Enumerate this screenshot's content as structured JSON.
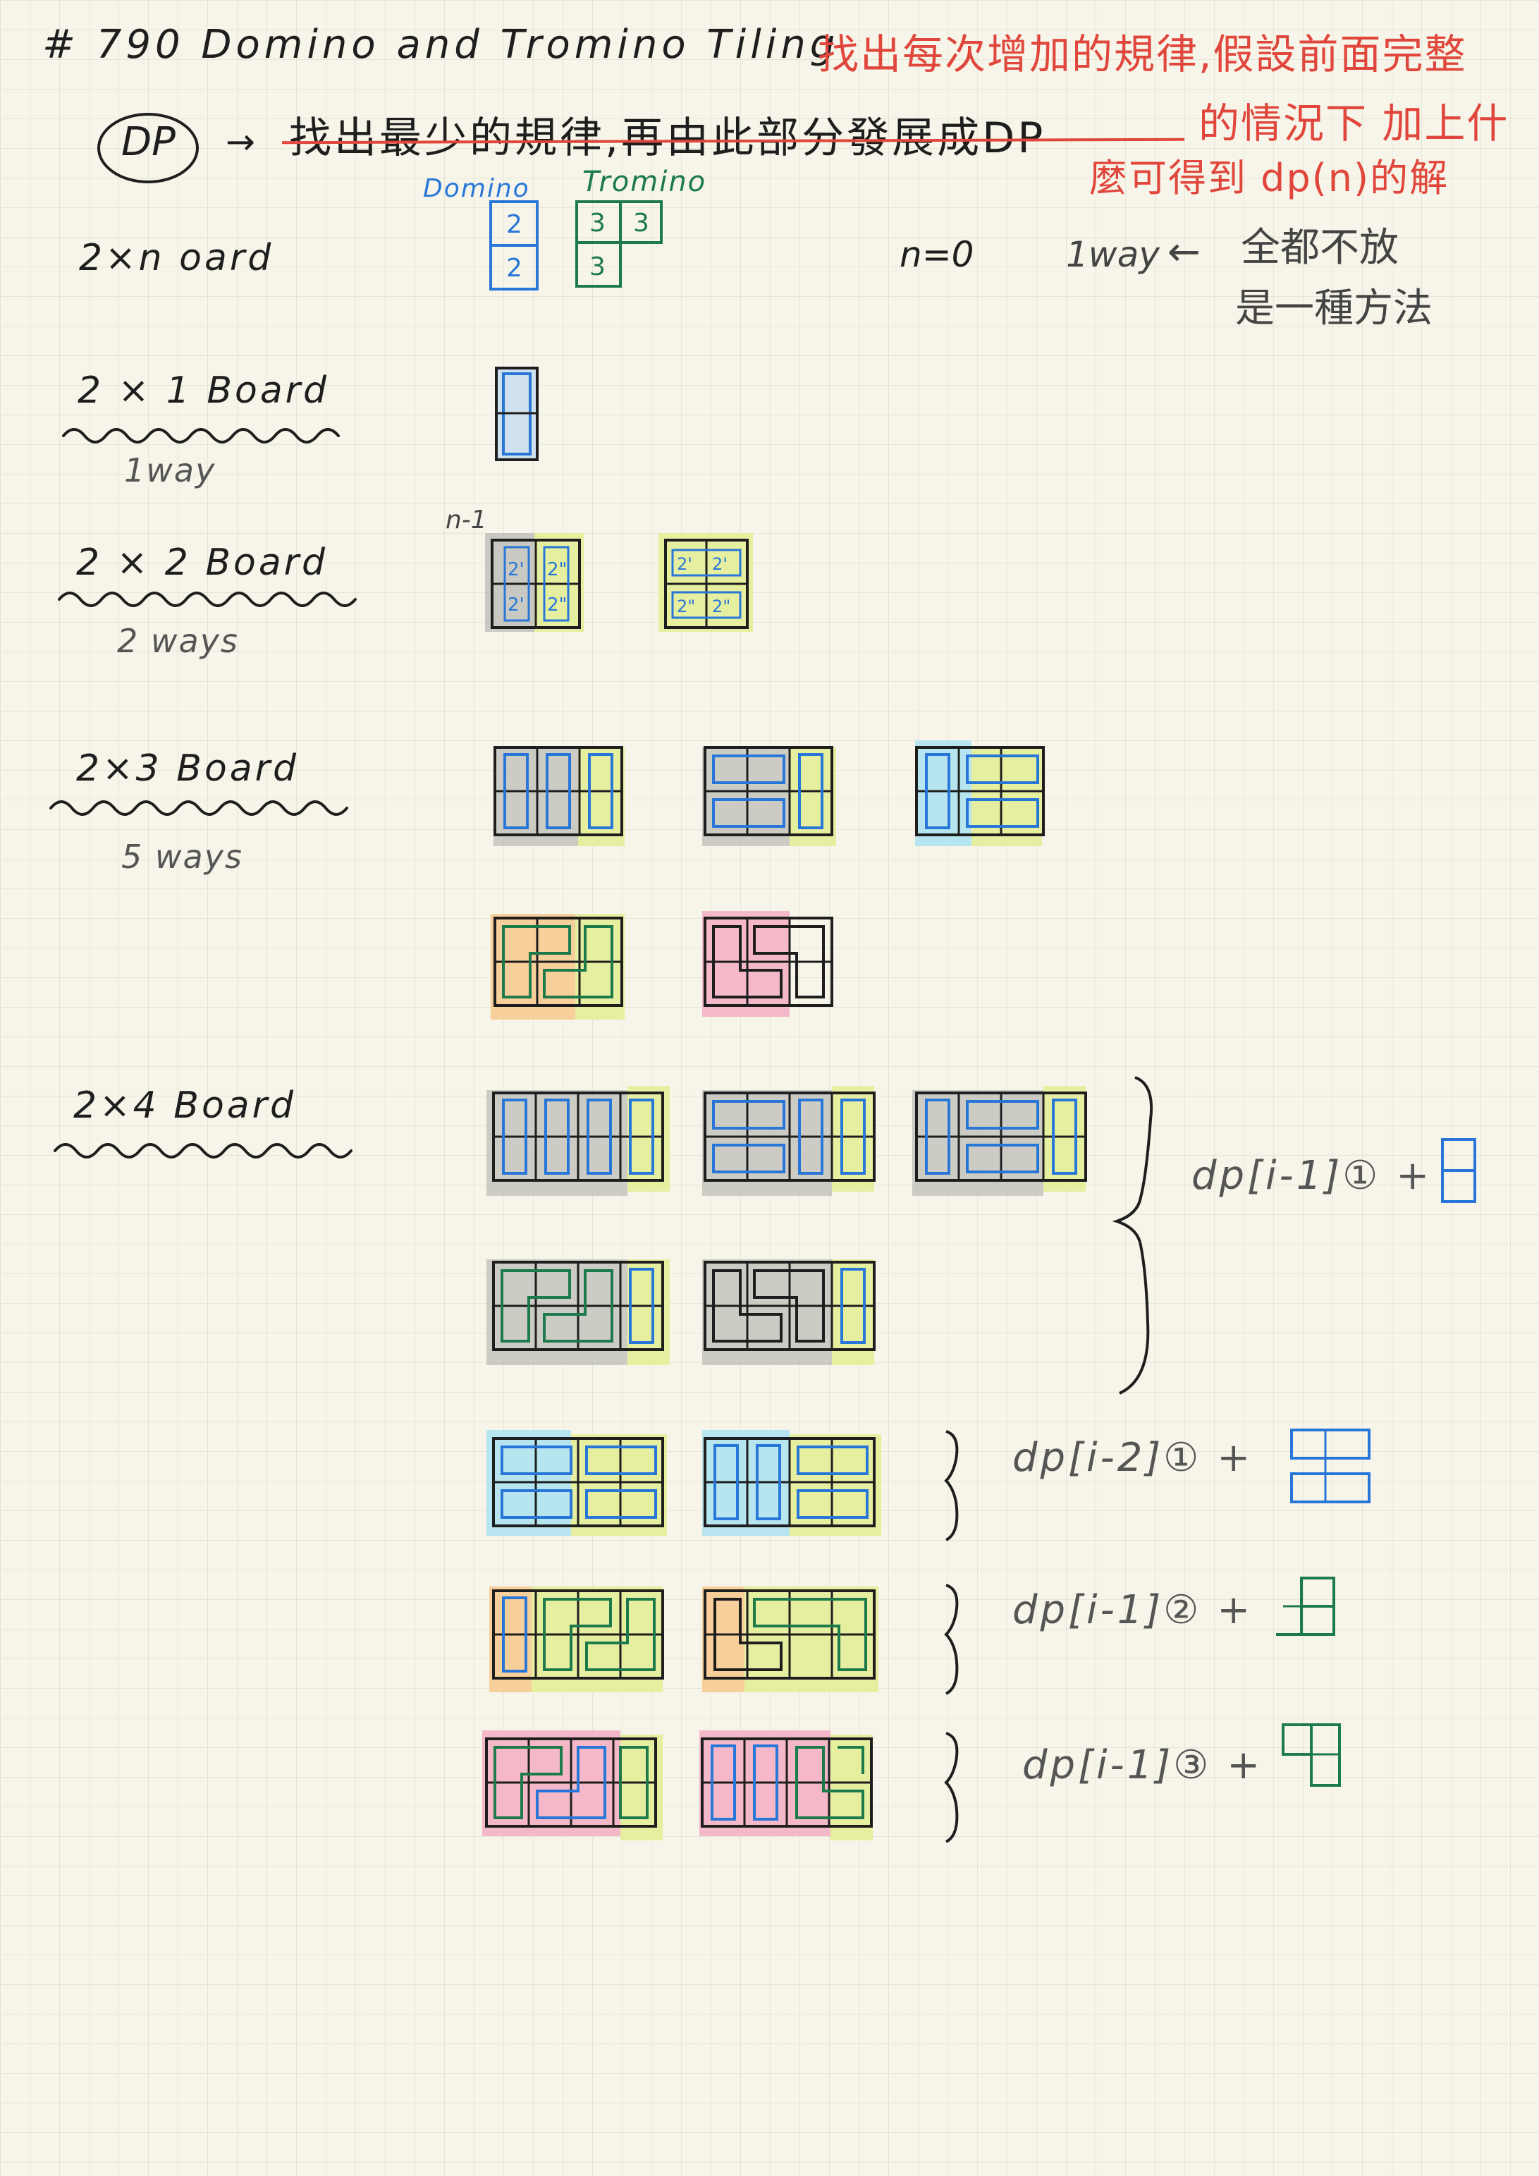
{
  "title": "# 790   Domino   and Tromino   Tiling",
  "notes": {
    "right_line1": "找出每次增加的規律,假設前面完整",
    "right_line2": "的情況下 加上什",
    "right_line3": "麼可得到 dp(n)的解",
    "dp_circle": "DP",
    "dp_arrow": "→",
    "dp_note": "找出最少的規律,再由此部分發展成DP"
  },
  "legend": {
    "domino": "Domino",
    "tromino": "Tromino"
  },
  "legend_digits": {
    "domino": "2",
    "tromino": "3"
  },
  "rows": [
    {
      "label": "2×n    oard"
    },
    {
      "label": "2 × 1 Board",
      "ways": "1way"
    },
    {
      "label": "2 × 2 Board",
      "ways": "2 ways"
    },
    {
      "label": "2×3  Board",
      "ways": "5 ways"
    },
    {
      "label": "2×4  Board"
    }
  ],
  "n_zero": {
    "label": "n=0",
    "ways": "1way",
    "arrow": "←",
    "line1": "全都不放",
    "line2": "是一種方法"
  },
  "n_minus_one": "n-1",
  "board_2x2_marks": {
    "a": "2'",
    "b": "2\""
  },
  "formulas": {
    "f1": "dp[i-1]① +",
    "f2": "dp[i-2]① +",
    "f3": "dp[i-1]② +",
    "f4": "dp[i-1]③ +"
  },
  "colors": {
    "red": "#e0463c",
    "blue": "#2877d8",
    "green": "#1d7a4a",
    "hl_grey": "#bdbdb8",
    "hl_yellow": "#e6ef9f",
    "hl_cyan": "#b7e5ef",
    "hl_orange": "#f7cf9a",
    "hl_pink": "#f4b8c8"
  }
}
